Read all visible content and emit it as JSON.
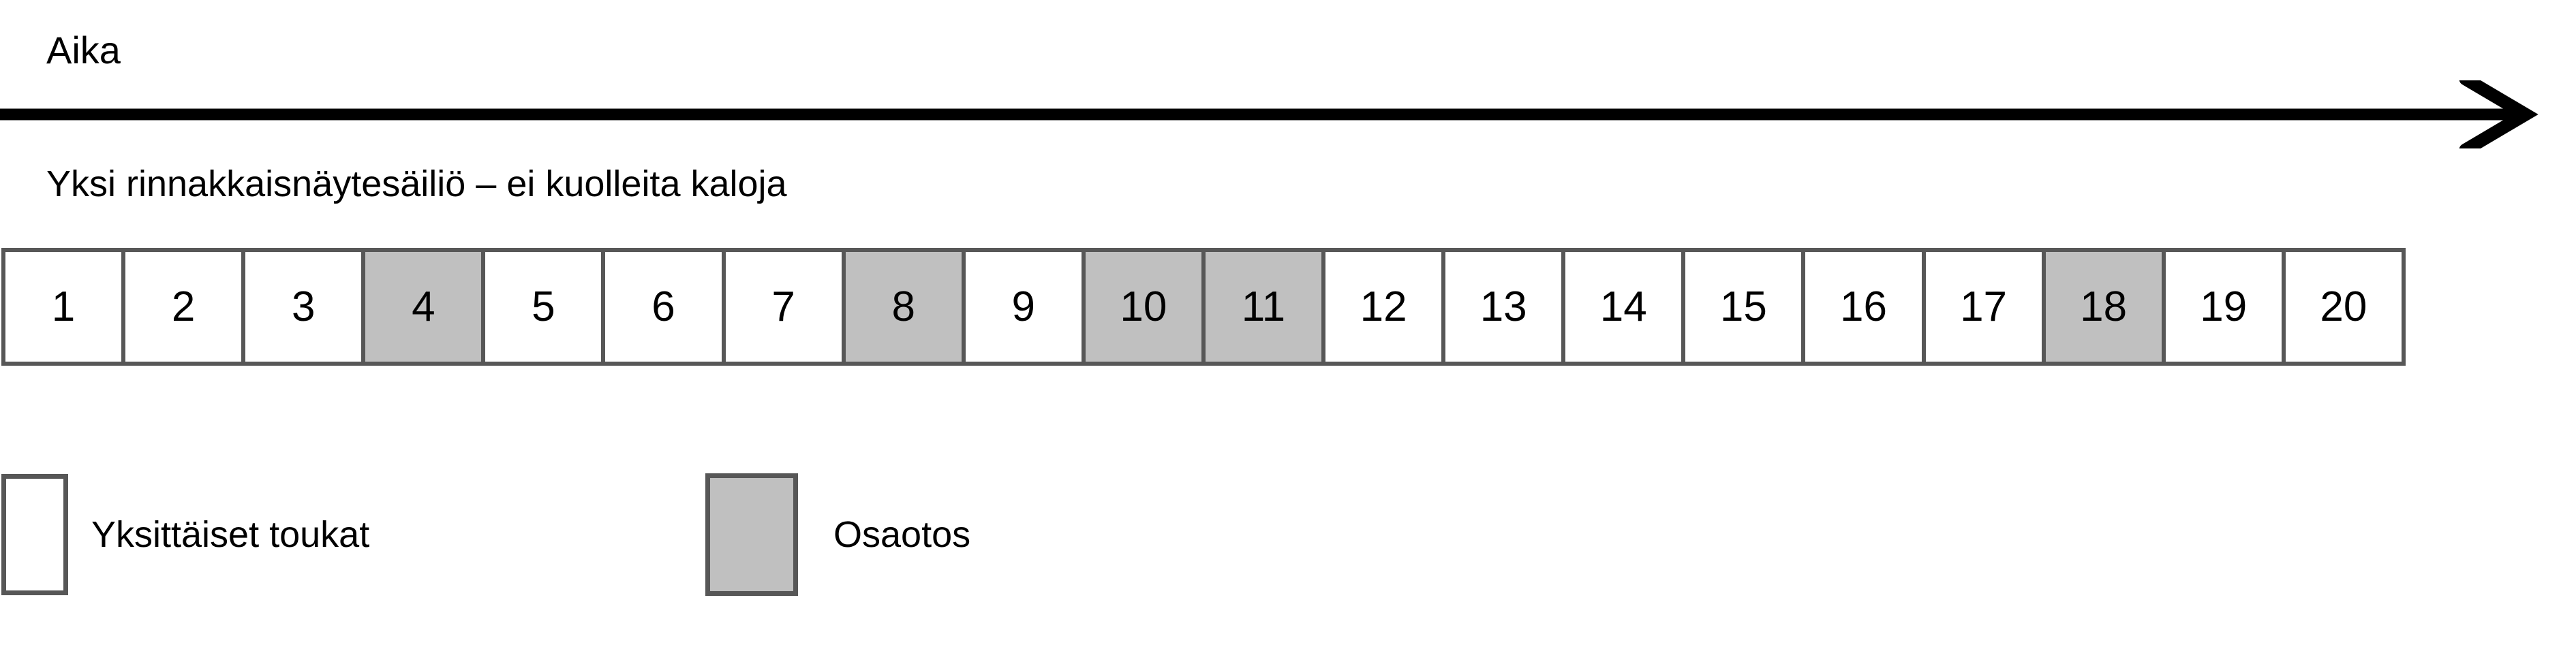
{
  "axis": {
    "label": "Aika",
    "arrow_icon": "right-arrow-icon",
    "direction": "right"
  },
  "subtitle": "Yksi rinnakkaisnäytesäiliö – ei kuolleita kaloja",
  "colors": {
    "fill_sampled": "#c0c0c0",
    "fill_individual": "#ffffff",
    "border": "#575757",
    "text": "#000000",
    "background": "#ffffff"
  },
  "chart_data": {
    "type": "table",
    "title": "Yksi rinnakkaisnäytesäiliö – ei kuolleita kaloja",
    "xlabel": "Aika",
    "ylabel": "",
    "categories": [
      "1",
      "2",
      "3",
      "4",
      "5",
      "6",
      "7",
      "8",
      "9",
      "10",
      "11",
      "12",
      "13",
      "14",
      "15",
      "16",
      "17",
      "18",
      "19",
      "20"
    ],
    "values": [
      0,
      0,
      0,
      1,
      0,
      0,
      0,
      1,
      0,
      1,
      1,
      0,
      0,
      0,
      0,
      0,
      0,
      1,
      0,
      0
    ],
    "series": [
      {
        "name": "Osaotos",
        "sampled_positions": [
          4,
          8,
          10,
          11,
          18
        ]
      }
    ],
    "legend_position": "bottom-left",
    "grid": false
  },
  "cells": [
    {
      "label": "1",
      "sampled": false
    },
    {
      "label": "2",
      "sampled": false
    },
    {
      "label": "3",
      "sampled": false
    },
    {
      "label": "4",
      "sampled": true
    },
    {
      "label": "5",
      "sampled": false
    },
    {
      "label": "6",
      "sampled": false
    },
    {
      "label": "7",
      "sampled": false
    },
    {
      "label": "8",
      "sampled": true
    },
    {
      "label": "9",
      "sampled": false
    },
    {
      "label": "10",
      "sampled": true
    },
    {
      "label": "11",
      "sampled": true
    },
    {
      "label": "12",
      "sampled": false
    },
    {
      "label": "13",
      "sampled": false
    },
    {
      "label": "14",
      "sampled": false
    },
    {
      "label": "15",
      "sampled": false
    },
    {
      "label": "16",
      "sampled": false
    },
    {
      "label": "17",
      "sampled": false
    },
    {
      "label": "18",
      "sampled": true
    },
    {
      "label": "19",
      "sampled": false
    },
    {
      "label": "20",
      "sampled": false
    }
  ],
  "legend": {
    "items": [
      {
        "label": "Yksittäiset toukat",
        "swatch": "white"
      },
      {
        "label": "Osaotos",
        "swatch": "gray"
      }
    ]
  }
}
